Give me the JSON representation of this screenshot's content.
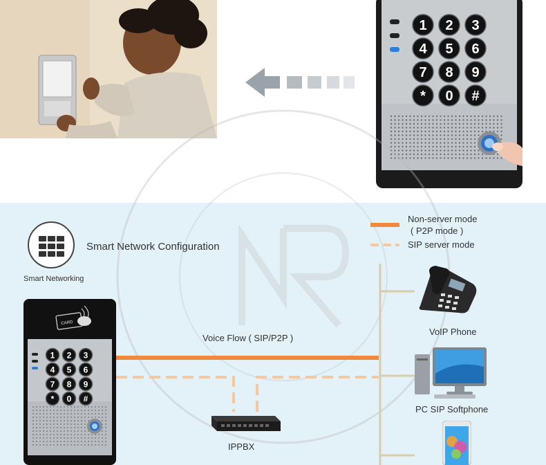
{
  "labels": {
    "smart_network_configuration": "Smart Network Configuration",
    "smart_networking": "Smart Networking",
    "non_server_mode": "Non-server mode",
    "p2p_mode": "( P2P mode )",
    "sip_server_mode": "SIP server mode",
    "voice_flow": "Voice Flow ( SIP/P2P )",
    "voip_phone": "VoIP Phone",
    "pc_sip_softphone": "PC SIP Softphone",
    "ippbx": "IPPBX",
    "card": "CARD"
  },
  "keypad_top": [
    "1",
    "2",
    "3",
    "4",
    "5",
    "6",
    "7",
    "8",
    "9",
    "*",
    "0",
    "#"
  ],
  "keypad_small": [
    "1",
    "2",
    "3",
    "4",
    "5",
    "6",
    "7",
    "8",
    "9",
    "*",
    "0",
    "#"
  ],
  "colors": {
    "solid_line": "#f0893a",
    "dashed_line": "#f5c9a0",
    "bus_line": "#d8ccaa",
    "bottom_bg": "#e3f1f8"
  }
}
